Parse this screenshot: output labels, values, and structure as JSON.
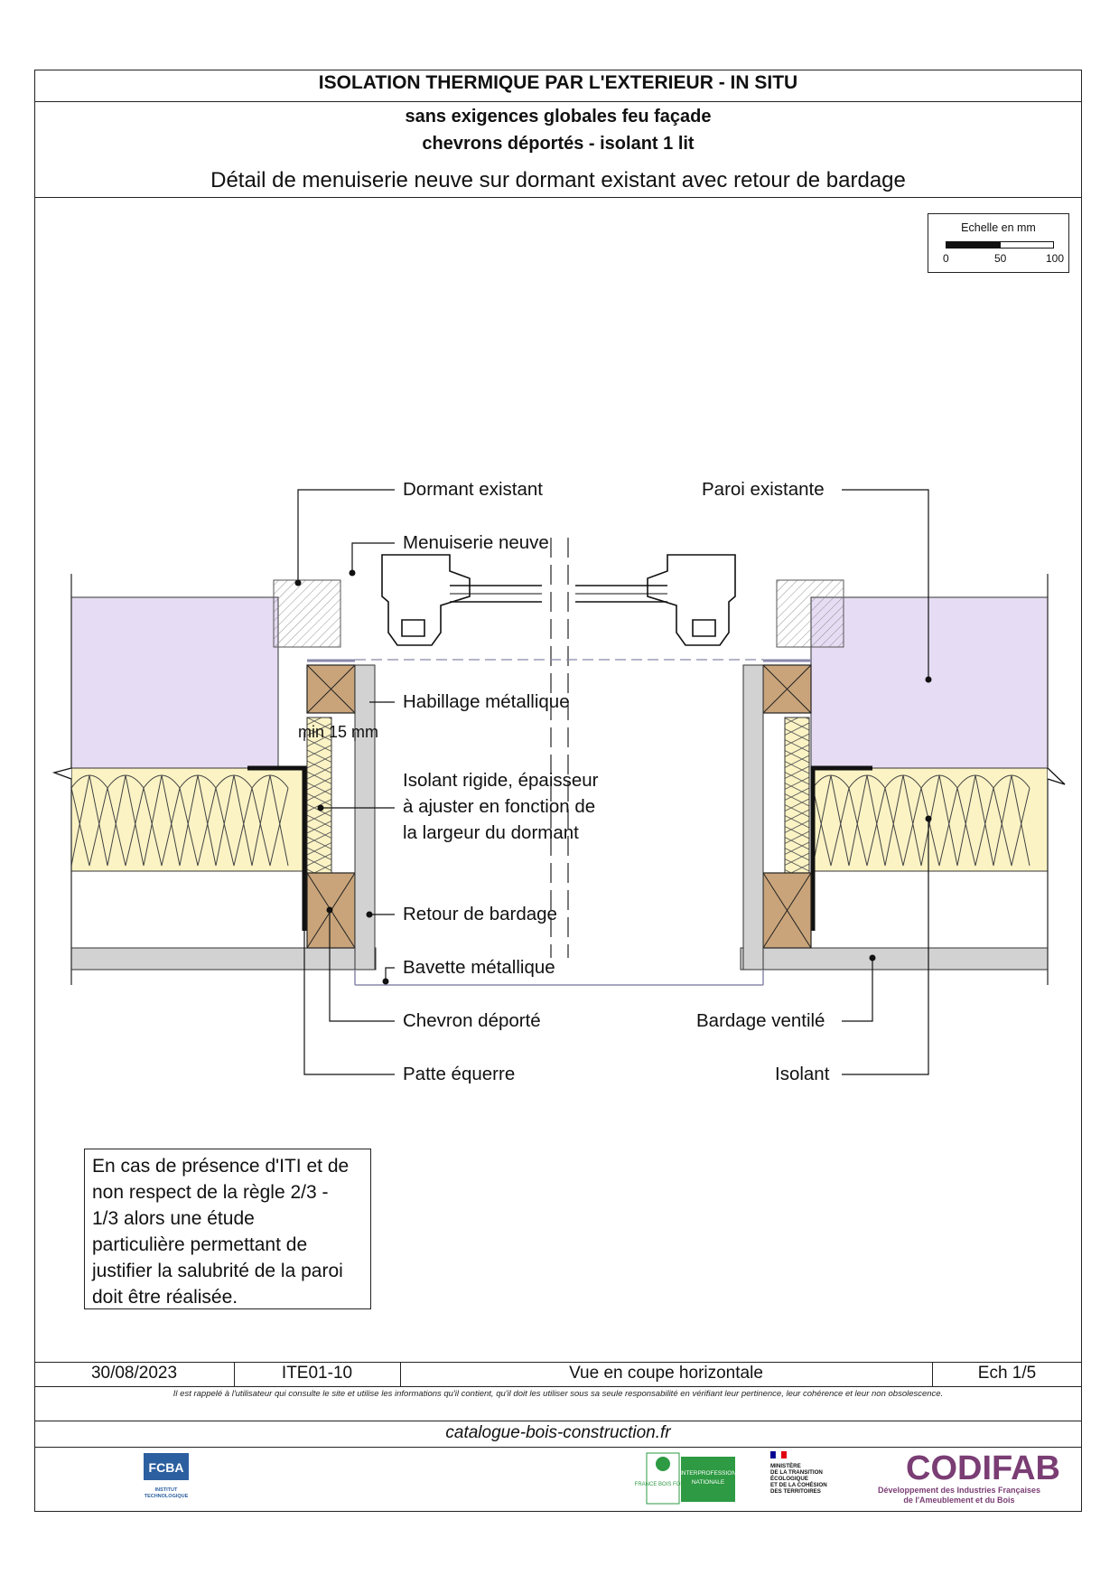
{
  "header": {
    "title": "ISOLATION THERMIQUE PAR L'EXTERIEUR - IN SITU",
    "subtitle_1": "sans exigences globales feu façade",
    "subtitle_2": "chevrons déportés - isolant 1 lit",
    "detail_title": "Détail de menuiserie neuve sur dormant existant avec retour de bardage"
  },
  "scale": {
    "title": "Echelle en mm",
    "ticks": [
      "0",
      "50",
      "100"
    ]
  },
  "labels": {
    "dormant_existant": "Dormant existant",
    "menuiserie_neuve": "Menuiserie neuve",
    "paroi_existante": "Paroi existante",
    "habillage_metallique": "Habillage métallique",
    "min_15mm": "min 15 mm",
    "isolant_rigide_1": "Isolant rigide, épaisseur",
    "isolant_rigide_2": "à ajuster en fonction de",
    "isolant_rigide_3": "la largeur du dormant",
    "retour_de_bardage": "Retour de bardage",
    "bavette_metallique": "Bavette métallique",
    "chevron_deporte": "Chevron déporté",
    "bardage_ventile": "Bardage ventilé",
    "patte_equerre": "Patte équerre",
    "isolant": "Isolant"
  },
  "note": {
    "lines": [
      "En cas de présence d'ITI et de",
      "non respect de la règle 2/3 -",
      "1/3 alors une étude",
      "particulière permettant de",
      "justifier la salubrité de la paroi",
      "doit être réalisée."
    ]
  },
  "footer": {
    "date": "30/08/2023",
    "reference": "ITE01-10",
    "view": "Vue en coupe horizontale",
    "scale": "Ech 1/5",
    "disclaimer": "Il est rappelé à l'utilisateur qui consulte le site et utilise les informations qu'il contient, qu'il doit les utiliser sous sa seule responsabilité en vérifiant leur pertinence, leur cohérence et leur non obsolescence.",
    "url": "catalogue-bois-construction.fr"
  },
  "logos": {
    "fcba": "FCBA",
    "fcba_sub_1": "INSTITUT",
    "fcba_sub_2": "TECHNOLOGIQUE",
    "france_bois_foret": "FRANCE BOIS FORÊT",
    "interprofession_1": "INTERPROFESSION",
    "interprofession_2": "NATIONALE",
    "ministere_1": "MINISTÈRE",
    "ministere_2": "DE LA TRANSITION",
    "ministere_3": "ÉCOLOGIQUE",
    "ministere_4": "ET DE LA COHÉSION",
    "ministere_5": "DES TERRITOIRES",
    "codifab": "CODIFAB",
    "codifab_sub_1": "Développement des Industries Françaises",
    "codifab_sub_2": "de l'Ameublement et du Bois"
  },
  "colors": {
    "paroi": "#e6dcf4",
    "isolant_fill": "#fbf3c4",
    "chevron": "#c9a47a",
    "bardage": "#d2d2d2",
    "habillage": "#8888aa",
    "codifab_purple": "#7a3d74",
    "fcba_blue": "#2c5fa0",
    "fbf_green": "#2e9a43"
  }
}
